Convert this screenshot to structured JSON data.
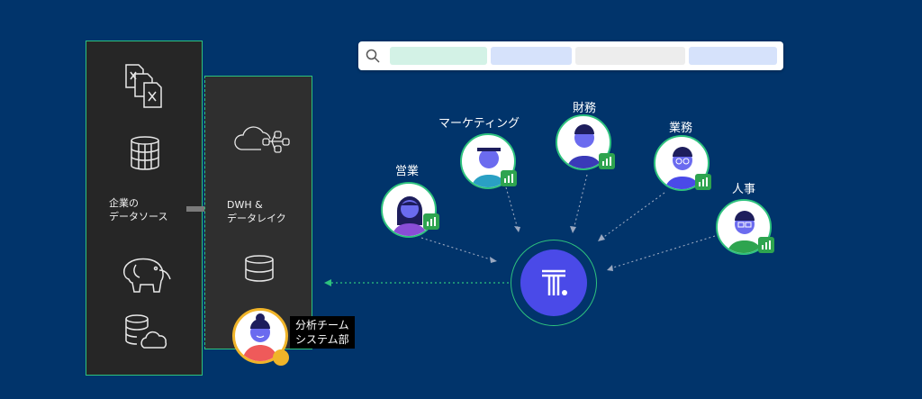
{
  "left_panel": {
    "label_line1": "企業の",
    "label_line2": "データソース",
    "icons": [
      "spreadsheet-files-icon",
      "database-icon",
      "hadoop-elephant-icon",
      "database-cloud-icon"
    ]
  },
  "mid_panel": {
    "label_line1": "DWH &",
    "label_line2": "データレイク",
    "icons": [
      "cloud-network-icon",
      "storage-disk-icon"
    ]
  },
  "analytics_team": {
    "label_line1": "分析チーム",
    "label_line2": "システム部"
  },
  "personas": {
    "sales": "営業",
    "marketing": "マーケティング",
    "finance": "財務",
    "operations": "業務",
    "hr": "人事"
  },
  "search": {
    "icon": "search-icon",
    "pill_colors": [
      "#d3f2e6",
      "#d6e2fb",
      "#ededed",
      "#d6e2fb"
    ]
  },
  "colors": {
    "background": "#01346b",
    "accent_green": "#2ec27e",
    "hub_blue": "#4a4ae8"
  }
}
